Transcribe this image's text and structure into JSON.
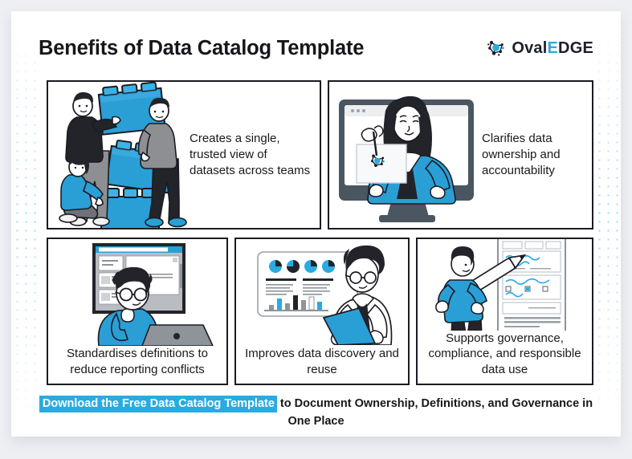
{
  "header": {
    "title": "Benefits of Data Catalog Template",
    "logo": {
      "icon": "network-nodes-icon",
      "word_main": "Oval",
      "word_accent": "E",
      "word_tail": "DGE"
    }
  },
  "cards": [
    {
      "id": "single-view",
      "caption": "Creates a single, trusted view of datasets across teams",
      "art": "three-people-stacking-blue-blocks-illustration"
    },
    {
      "id": "ownership",
      "caption": "Clarifies data ownership and accountability",
      "art": "woman-in-monitor-holding-logo-card-illustration"
    },
    {
      "id": "standardise",
      "caption": "Standardises definitions to reduce reporting conflicts",
      "art": "person-with-glasses-at-laptop-illustration"
    },
    {
      "id": "discovery",
      "caption": "Improves data discovery and reuse",
      "art": "man-with-tablet-and-dashboard-illustration"
    },
    {
      "id": "governance",
      "caption": "Supports governance, compliance, and responsible data use",
      "art": "person-with-giant-pen-signing-document-illustration"
    }
  ],
  "cta": {
    "highlight": "Download the Free Data Catalog Template",
    "tail": " to Document Ownership, Definitions, and Governance in One Place"
  },
  "colors": {
    "accent_blue": "#29abe2",
    "ink": "#1b1c22",
    "page_background": "#eeeff3",
    "card_background": "#ffffff"
  }
}
